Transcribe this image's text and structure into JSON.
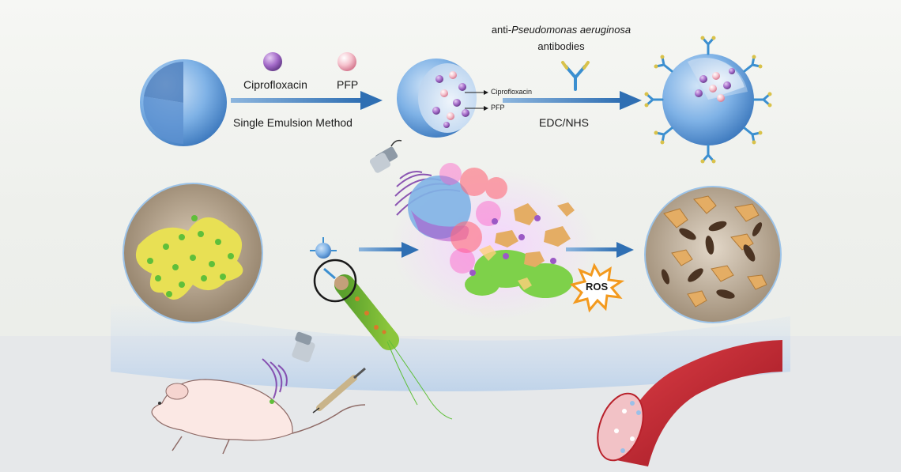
{
  "labels": {
    "ciprofloxacin_top": "Ciprofloxacin",
    "pfp_top": "PFP",
    "method": "Single Emulsion Method",
    "ciprofloxacin_callout": "Ciprofloxacin",
    "pfp_callout": "PFP",
    "antibody_prefix": "anti-",
    "antibody_italic": "Pseudomonas aeruginosa",
    "antibody_line2": "antibodies",
    "conjugation": "EDC/NHS",
    "ros": "ROS"
  },
  "colors": {
    "nanoparticle_blue": "#7fb2e6",
    "ciprofloxacin_purple": "#a36ac8",
    "pfp_pink": "#f0a8b8",
    "arrow_blue": "#2f6fb3",
    "biofilm_green": "#5fbf3a",
    "bacteria_orange": "#d97a2b",
    "blood_vessel_red": "#c0202a",
    "ros_orange": "#f39a1e"
  }
}
